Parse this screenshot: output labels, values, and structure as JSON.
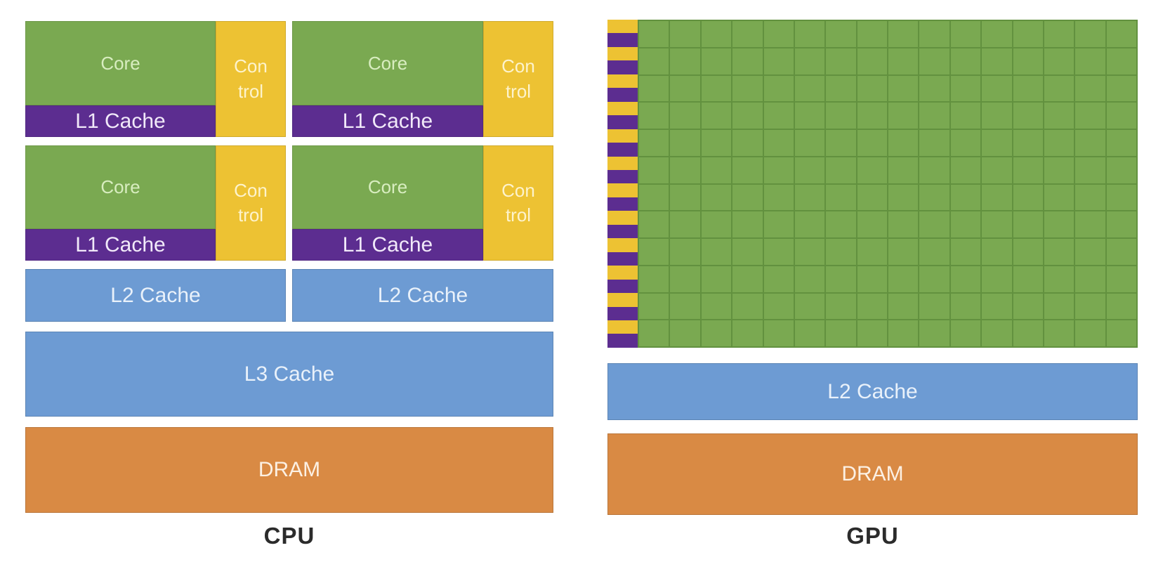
{
  "cpu": {
    "label": "CPU",
    "core_blocks": [
      {
        "core_label": "Core",
        "control_lines": [
          "Con",
          "trol"
        ],
        "l1_label": "L1 Cache"
      },
      {
        "core_label": "Core",
        "control_lines": [
          "Con",
          "trol"
        ],
        "l1_label": "L1 Cache"
      },
      {
        "core_label": "Core",
        "control_lines": [
          "Con",
          "trol"
        ],
        "l1_label": "L1 Cache"
      },
      {
        "core_label": "Core",
        "control_lines": [
          "Con",
          "trol"
        ],
        "l1_label": "L1 Cache"
      }
    ],
    "l2_labels": [
      "L2 Cache",
      "L2 Cache"
    ],
    "l3_label": "L3 Cache",
    "dram_label": "DRAM"
  },
  "gpu": {
    "label": "GPU",
    "core_grid": {
      "rows": 12,
      "columns": 16
    },
    "control_cache_strip_pairs": 12,
    "l2_label": "L2 Cache",
    "dram_label": "DRAM"
  },
  "colors": {
    "core_green": "#7aa951",
    "grid_line_green": "#62913f",
    "control_yellow": "#edc233",
    "cache_purple": "#5c2d90",
    "cache_blue": "#6d9bd3",
    "dram_orange": "#d98a44",
    "background": "#ffffff",
    "core_text": "#d8edc0",
    "control_text": "#fdf3cc",
    "l1_text": "#f1e9f9",
    "blue_box_text": "#e9f1fa",
    "dram_text": "#fcf0e3",
    "section_label": "#2b2b2b"
  }
}
